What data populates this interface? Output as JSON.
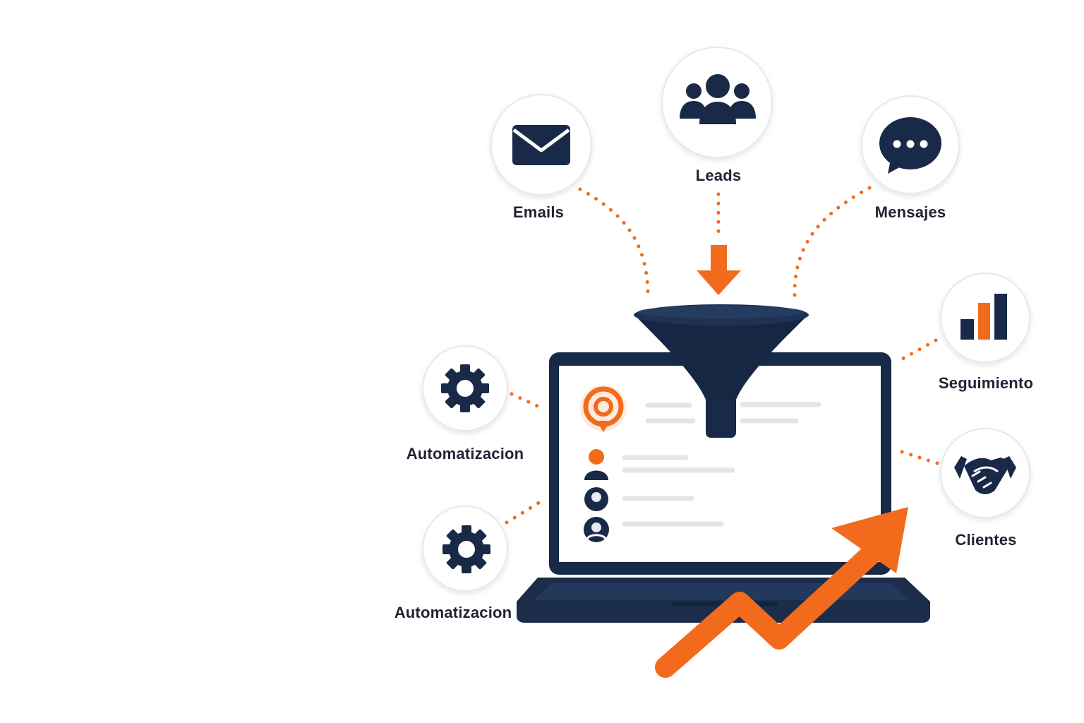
{
  "colors": {
    "navy": "#182a47",
    "navy_dark": "#0f1d33",
    "orange": "#f26b1d",
    "circle_border": "#e6e8ec",
    "screen": "#ffffff",
    "placeholder": "#e3e5e8"
  },
  "nodes": [
    {
      "key": "emails",
      "label": "Emails",
      "icon": "envelope-icon"
    },
    {
      "key": "leads",
      "label": "Leads",
      "icon": "people-icon"
    },
    {
      "key": "mensajes",
      "label": "Mensajes",
      "icon": "chat-bubble-icon"
    },
    {
      "key": "seguimiento",
      "label": "Seguimiento",
      "icon": "bar-chart-icon"
    },
    {
      "key": "clientes",
      "label": "Clientes",
      "icon": "handshake-icon"
    },
    {
      "key": "automatizacion_1",
      "label": "Automatizacion",
      "icon": "gear-icon"
    },
    {
      "key": "automatizacion_2",
      "label": "Automatizacion",
      "icon": "gear-icon"
    }
  ],
  "center": {
    "funnel_icon": "funnel-icon",
    "device_icon": "laptop-icon",
    "logo_icon": "location-pin-logo-icon",
    "growth_icon": "trend-arrow-icon",
    "inflow_icon": "arrow-down-icon"
  }
}
